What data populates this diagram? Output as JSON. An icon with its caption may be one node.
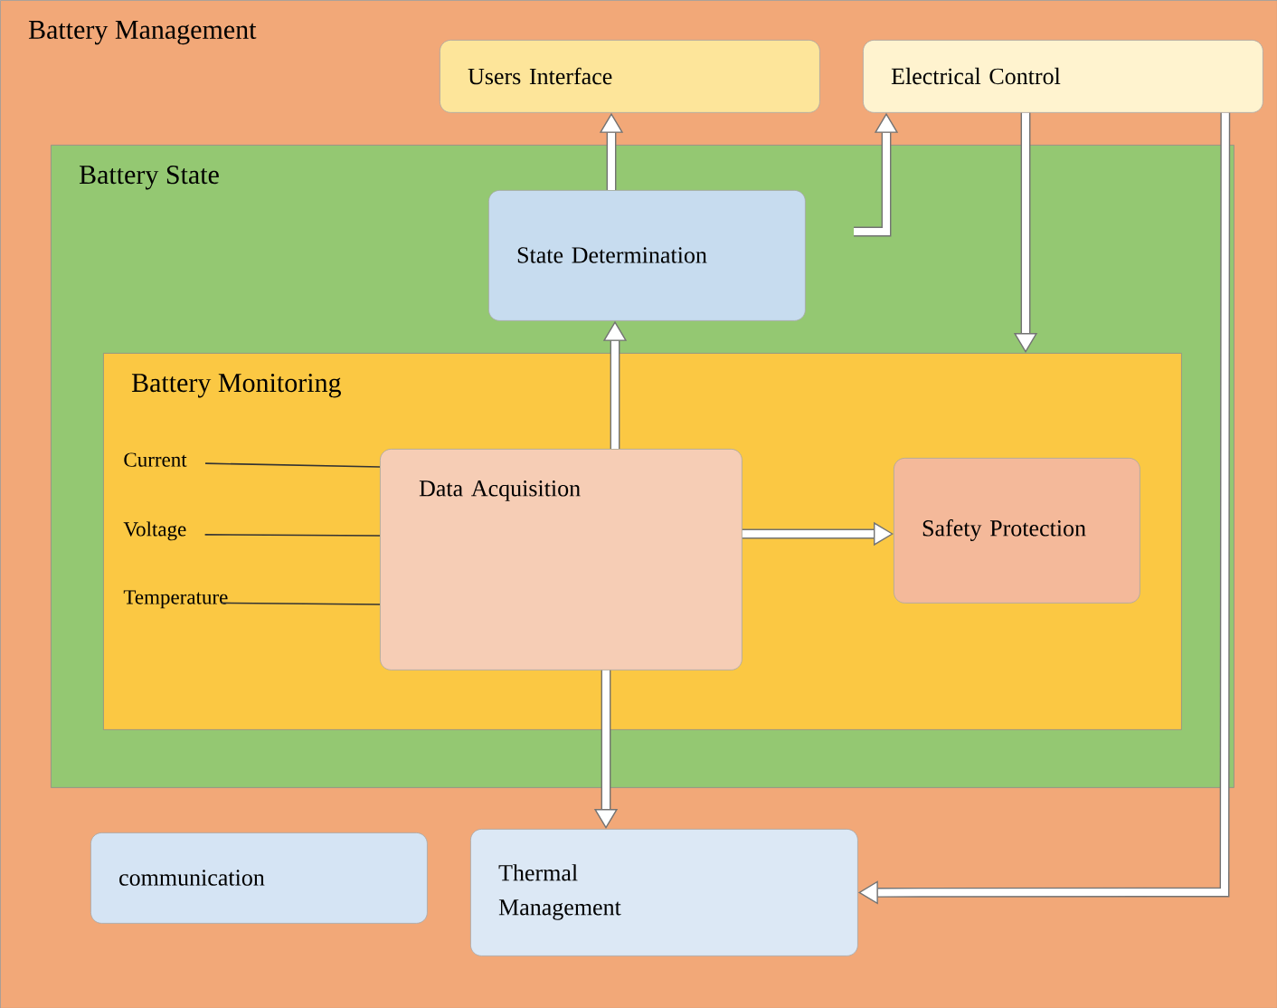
{
  "diagram": {
    "nodes": [
      {
        "text": [
          "Battery Management"
        ]
      },
      {
        "text": [
          "Users Interface"
        ],
        "in": 0
      },
      {
        "text": [
          "Electrical Control"
        ],
        "in": 0
      },
      {
        "text": [
          "Battery State"
        ],
        "in": 0
      },
      {
        "text": [
          "State Determination"
        ],
        "in": 3
      },
      {
        "text": [
          "Battery Monitoring"
        ],
        "in": 3
      },
      {
        "text": [
          "Current"
        ],
        "in": 5
      },
      {
        "text": [
          "Voltage"
        ],
        "in": 5
      },
      {
        "text": [
          "Temperature"
        ],
        "in": 5
      },
      {
        "text": [
          "Data Acquisition"
        ],
        "in": 5
      },
      {
        "text": [
          "Safety Protection"
        ],
        "in": 5
      },
      {
        "text": [
          "communication"
        ],
        "in": 0
      },
      {
        "text": [
          "Thermal Management"
        ],
        "in": 0
      }
    ],
    "edges": [
      {
        "from": 4,
        "to": 1,
        "arrow": "to"
      },
      {
        "from": null,
        "to": 2,
        "arrow": "to"
      },
      {
        "from": 2,
        "to": 5,
        "arrow": "to"
      },
      {
        "from": 2,
        "to": 12,
        "arrow": "to"
      },
      {
        "from": 9,
        "to": 4,
        "arrow": "to"
      },
      {
        "from": 9,
        "to": 10,
        "arrow": "to"
      },
      {
        "from": 9,
        "to": 12,
        "arrow": "to"
      },
      {
        "from": 6,
        "to": 9,
        "arrow": "none"
      },
      {
        "from": 7,
        "to": 9,
        "arrow": "none"
      },
      {
        "from": 8,
        "to": 9,
        "arrow": "none"
      }
    ]
  }
}
